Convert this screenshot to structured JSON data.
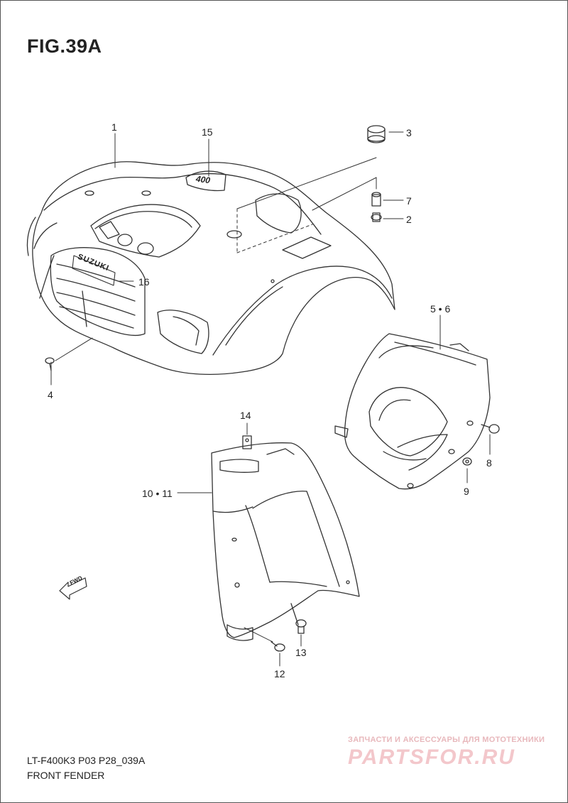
{
  "figure": {
    "title": "FIG.39A"
  },
  "callouts": [
    {
      "id": "c1",
      "text": "1"
    },
    {
      "id": "c15",
      "text": "15"
    },
    {
      "id": "c3",
      "text": "3"
    },
    {
      "id": "c7",
      "text": "7"
    },
    {
      "id": "c2",
      "text": "2"
    },
    {
      "id": "c16",
      "text": "16"
    },
    {
      "id": "c4",
      "text": "4"
    },
    {
      "id": "c56",
      "text": "5 • 6"
    },
    {
      "id": "c14",
      "text": "14"
    },
    {
      "id": "c1011",
      "text": "10 • 11"
    },
    {
      "id": "c8",
      "text": "8"
    },
    {
      "id": "c9",
      "text": "9"
    },
    {
      "id": "c13",
      "text": "13"
    },
    {
      "id": "c12",
      "text": "12"
    }
  ],
  "emblems": {
    "brand": "SUZUKI",
    "model_badge": "400",
    "hood_badge": "400",
    "direction_arrow": "FWD"
  },
  "footer": {
    "model_code": "LT-F400K3 P03 P28_039A",
    "caption": "FRONT FENDER"
  },
  "watermark": {
    "tagline": "ЗАПЧАСТИ И АКСЕССУАРЫ ДЛЯ МОТОТЕХНИКИ",
    "logo": "PARTSFOR.RU"
  }
}
